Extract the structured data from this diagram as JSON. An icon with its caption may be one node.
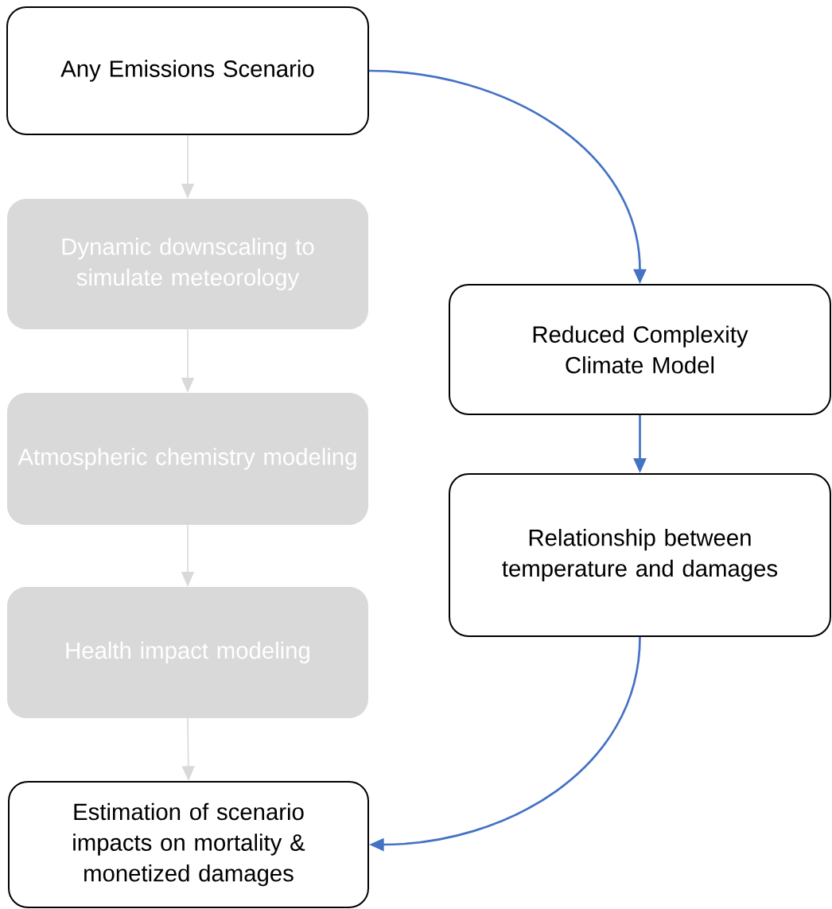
{
  "diagram": {
    "nodes": [
      {
        "text": [
          "Any Emissions Scenario"
        ]
      },
      {
        "text": [
          "Dynamic downscaling to simulate meteorology"
        ]
      },
      {
        "text": [
          "Atmospheric chemistry modeling"
        ]
      },
      {
        "text": [
          "Health impact modeling"
        ]
      },
      {
        "text": [
          "Estimation of scenario impacts on mortality & monetized damages"
        ]
      },
      {
        "text": [
          "Reduced Complexity Climate Model"
        ]
      },
      {
        "text": [
          "Relationship between temperature and damages"
        ]
      }
    ],
    "edges": [
      {
        "from": 0,
        "to": 1,
        "arrow": "to"
      },
      {
        "from": 1,
        "to": 2,
        "arrow": "to"
      },
      {
        "from": 2,
        "to": 3,
        "arrow": "to"
      },
      {
        "from": 3,
        "to": 4,
        "arrow": "to"
      },
      {
        "from": 0,
        "to": 5,
        "arrow": "to",
        "color": "#4472c4"
      },
      {
        "from": 5,
        "to": 6,
        "arrow": "to",
        "color": "#4472c4"
      },
      {
        "from": 6,
        "to": 4,
        "arrow": "to",
        "color": "#4472c4"
      }
    ]
  }
}
